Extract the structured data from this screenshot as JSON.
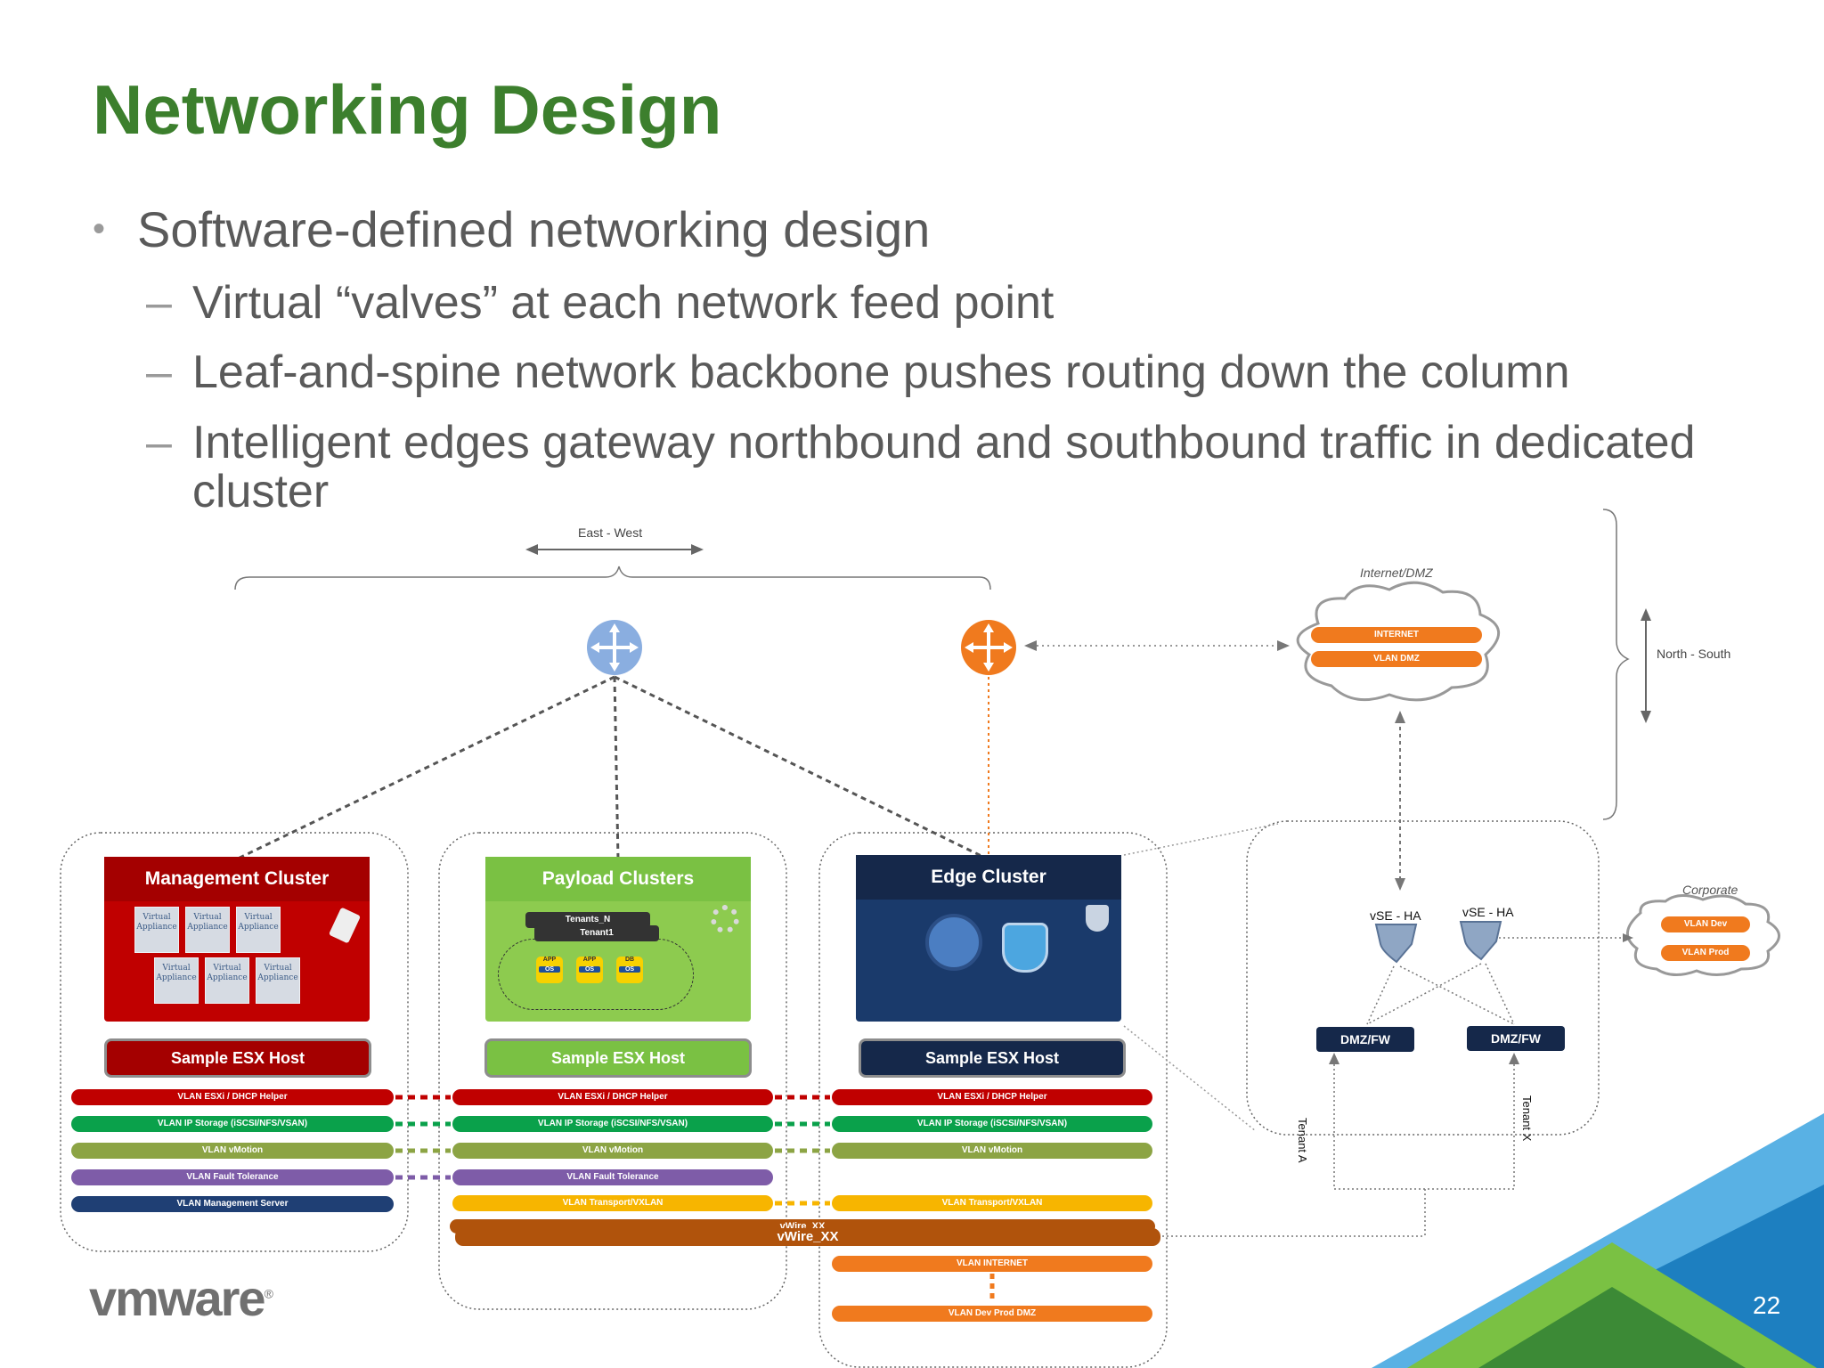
{
  "slide": {
    "title": "Networking Design",
    "bullet_main": "Software-defined networking design",
    "sub_bullets": [
      "Virtual “valves” at each network feed point",
      "Leaf-and-spine network backbone pushes routing down the column",
      "Intelligent edges gateway northbound and southbound traffic in dedicated",
      "cluster"
    ],
    "dash": "–",
    "page_number": "22",
    "logo_text": "vmware",
    "logo_mark": "®"
  },
  "diagram": {
    "east_west": "East  -  West",
    "north_south": "North  -  South",
    "internet_dmz": "Internet/DMZ",
    "corporate": "Corporate",
    "clusters": {
      "management": "Management Cluster",
      "payload": "Payload Clusters",
      "edge": "Edge Cluster"
    },
    "host_label": "Sample ESX Host",
    "virtual_appliance": "Virtual Appliance",
    "tenants_n": "Tenants_N",
    "tenant1": "Tenant1",
    "app_labels": [
      "APP",
      "APP",
      "DB"
    ],
    "os_label": "OS",
    "vlans": {
      "esxi": "VLAN ESXi / DHCP Helper",
      "storage": "VLAN IP Storage (iSCSI/NFS/VSAN)",
      "vmotion": "VLAN vMotion",
      "fault": "VLAN Fault Tolerance",
      "mgmt_server": "VLAN Management Server",
      "transport": "VLAN Transport/VXLAN",
      "vwire": "vWire_XX",
      "internet": "VLAN INTERNET",
      "dev_prod_dmz": "VLAN Dev Prod DMZ"
    },
    "internet_cloud": [
      "INTERNET",
      "VLAN DMZ"
    ],
    "corporate_cloud": [
      "VLAN Dev",
      "VLAN Prod"
    ],
    "vse_ha": "vSE - HA",
    "dmz_fw": "DMZ/FW",
    "tenant_a": "Tenant A",
    "tenant_x": "Tenant X"
  },
  "colors": {
    "title_green": "#3c7f2d",
    "mgmt_red": "#c00000",
    "payload_green": "#7ac143",
    "edge_navy": "#15284a",
    "orange": "#f07a1e",
    "router_blue": "#8aaee0"
  }
}
